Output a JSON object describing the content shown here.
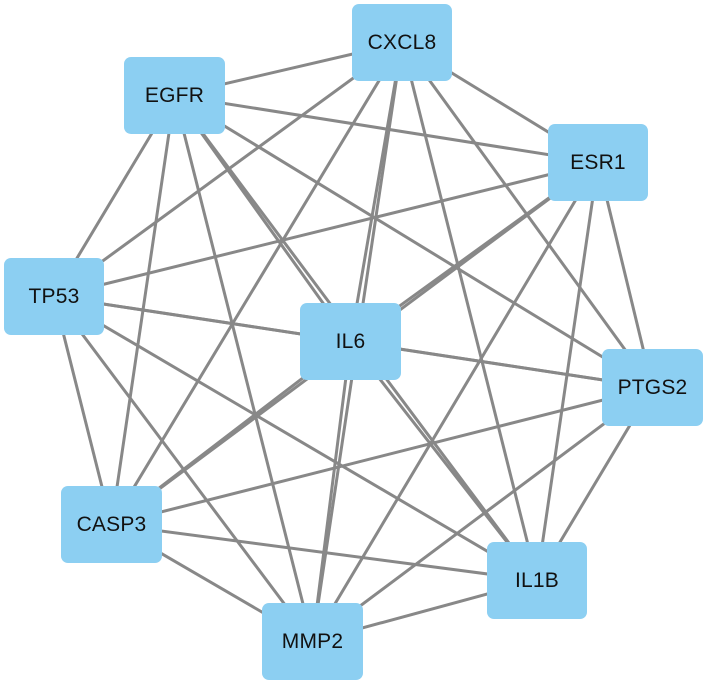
{
  "network": {
    "node_color": "#8ccff2",
    "edge_color": "#888888",
    "nodes": [
      {
        "id": "CXCL8",
        "label": "CXCL8"
      },
      {
        "id": "EGFR",
        "label": "EGFR"
      },
      {
        "id": "ESR1",
        "label": "ESR1"
      },
      {
        "id": "TP53",
        "label": "TP53"
      },
      {
        "id": "IL6",
        "label": "IL6"
      },
      {
        "id": "PTGS2",
        "label": "PTGS2"
      },
      {
        "id": "CASP3",
        "label": "CASP3"
      },
      {
        "id": "IL1B",
        "label": "IL1B"
      },
      {
        "id": "MMP2",
        "label": "MMP2"
      }
    ],
    "edges": [
      [
        "CXCL8",
        "EGFR"
      ],
      [
        "CXCL8",
        "ESR1"
      ],
      [
        "CXCL8",
        "TP53"
      ],
      [
        "CXCL8",
        "IL6"
      ],
      [
        "CXCL8",
        "PTGS2"
      ],
      [
        "CXCL8",
        "CASP3"
      ],
      [
        "CXCL8",
        "IL1B"
      ],
      [
        "CXCL8",
        "MMP2"
      ],
      [
        "EGFR",
        "ESR1"
      ],
      [
        "EGFR",
        "TP53"
      ],
      [
        "EGFR",
        "IL6"
      ],
      [
        "EGFR",
        "PTGS2"
      ],
      [
        "EGFR",
        "CASP3"
      ],
      [
        "EGFR",
        "IL1B"
      ],
      [
        "EGFR",
        "MMP2"
      ],
      [
        "ESR1",
        "TP53"
      ],
      [
        "ESR1",
        "IL6"
      ],
      [
        "ESR1",
        "PTGS2"
      ],
      [
        "ESR1",
        "CASP3"
      ],
      [
        "ESR1",
        "IL1B"
      ],
      [
        "ESR1",
        "MMP2"
      ],
      [
        "TP53",
        "IL6"
      ],
      [
        "TP53",
        "PTGS2"
      ],
      [
        "TP53",
        "CASP3"
      ],
      [
        "TP53",
        "IL1B"
      ],
      [
        "TP53",
        "MMP2"
      ],
      [
        "IL6",
        "PTGS2"
      ],
      [
        "IL6",
        "CASP3"
      ],
      [
        "IL6",
        "IL1B"
      ],
      [
        "IL6",
        "MMP2"
      ],
      [
        "PTGS2",
        "CASP3"
      ],
      [
        "PTGS2",
        "IL1B"
      ],
      [
        "PTGS2",
        "MMP2"
      ],
      [
        "CASP3",
        "IL1B"
      ],
      [
        "CASP3",
        "MMP2"
      ],
      [
        "IL1B",
        "MMP2"
      ]
    ]
  }
}
